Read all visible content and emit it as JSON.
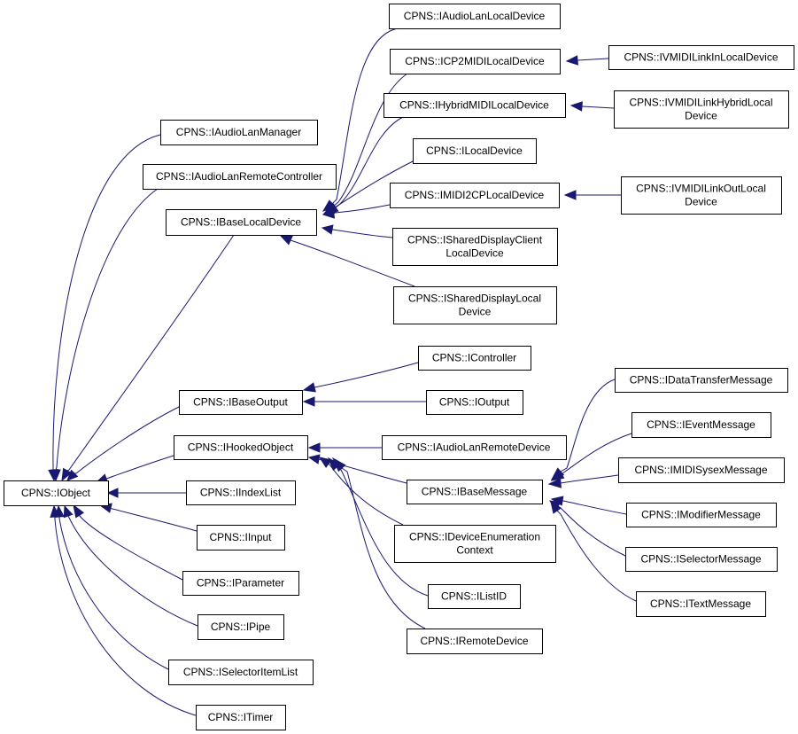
{
  "colors": {
    "edge": "#191970",
    "node_border": "#000000",
    "node_fill": "#ffffff",
    "background": "#ffffff"
  },
  "nodes": {
    "iobject": [
      "CPNS::IObject"
    ],
    "audio_lan_manager": [
      "CPNS::IAudioLanManager"
    ],
    "audio_lan_remote_controller": [
      "CPNS::IAudioLanRemoteController"
    ],
    "base_local_device": [
      "CPNS::IBaseLocalDevice"
    ],
    "base_output": [
      "CPNS::IBaseOutput"
    ],
    "hooked_object": [
      "CPNS::IHookedObject"
    ],
    "index_list": [
      "CPNS::IIndexList"
    ],
    "input": [
      "CPNS::IInput"
    ],
    "parameter": [
      "CPNS::IParameter"
    ],
    "pipe": [
      "CPNS::IPipe"
    ],
    "selector_item_list": [
      "CPNS::ISelectorItemList"
    ],
    "timer": [
      "CPNS::ITimer"
    ],
    "audio_lan_local_device": [
      "CPNS::IAudioLanLocalDevice"
    ],
    "cp2midi_local_device": [
      "CPNS::ICP2MIDILocalDevice"
    ],
    "hybrid_midi_local_device": [
      "CPNS::IHybridMIDILocalDevice"
    ],
    "local_device": [
      "CPNS::ILocalDevice"
    ],
    "midi2cp_local_device": [
      "CPNS::IMIDI2CPLocalDevice"
    ],
    "shared_display_client_local_device": [
      "CPNS::ISharedDisplayClient",
      "LocalDevice"
    ],
    "shared_display_local_device": [
      "CPNS::ISharedDisplayLocal",
      "Device"
    ],
    "vmidi_link_in_local_device": [
      "CPNS::IVMIDILinkInLocalDevice"
    ],
    "vmidi_link_hybrid_local_device": [
      "CPNS::IVMIDILinkHybridLocal",
      "Device"
    ],
    "vmidi_link_out_local_device": [
      "CPNS::IVMIDILinkOutLocal",
      "Device"
    ],
    "controller": [
      "CPNS::IController"
    ],
    "output": [
      "CPNS::IOutput"
    ],
    "audio_lan_remote_device": [
      "CPNS::IAudioLanRemoteDevice"
    ],
    "base_message": [
      "CPNS::IBaseMessage"
    ],
    "device_enumeration_context": [
      "CPNS::IDeviceEnumeration",
      "Context"
    ],
    "list_id": [
      "CPNS::IListID"
    ],
    "remote_device": [
      "CPNS::IRemoteDevice"
    ],
    "data_transfer_message": [
      "CPNS::IDataTransferMessage"
    ],
    "event_message": [
      "CPNS::IEventMessage"
    ],
    "midi_sysex_message": [
      "CPNS::IMIDISysexMessage"
    ],
    "modifier_message": [
      "CPNS::IModifierMessage"
    ],
    "selector_message": [
      "CPNS::ISelectorMessage"
    ],
    "text_message": [
      "CPNS::ITextMessage"
    ]
  },
  "edges": [
    {
      "from": "audio_lan_manager",
      "to": "iobject"
    },
    {
      "from": "audio_lan_remote_controller",
      "to": "iobject"
    },
    {
      "from": "base_local_device",
      "to": "iobject"
    },
    {
      "from": "base_output",
      "to": "iobject"
    },
    {
      "from": "hooked_object",
      "to": "iobject"
    },
    {
      "from": "index_list",
      "to": "iobject"
    },
    {
      "from": "input",
      "to": "iobject"
    },
    {
      "from": "parameter",
      "to": "iobject"
    },
    {
      "from": "pipe",
      "to": "iobject"
    },
    {
      "from": "selector_item_list",
      "to": "iobject"
    },
    {
      "from": "timer",
      "to": "iobject"
    },
    {
      "from": "audio_lan_local_device",
      "to": "base_local_device"
    },
    {
      "from": "cp2midi_local_device",
      "to": "base_local_device"
    },
    {
      "from": "hybrid_midi_local_device",
      "to": "base_local_device"
    },
    {
      "from": "local_device",
      "to": "base_local_device"
    },
    {
      "from": "midi2cp_local_device",
      "to": "base_local_device"
    },
    {
      "from": "shared_display_client_local_device",
      "to": "base_local_device"
    },
    {
      "from": "shared_display_local_device",
      "to": "base_local_device"
    },
    {
      "from": "vmidi_link_in_local_device",
      "to": "cp2midi_local_device"
    },
    {
      "from": "vmidi_link_hybrid_local_device",
      "to": "hybrid_midi_local_device"
    },
    {
      "from": "vmidi_link_out_local_device",
      "to": "midi2cp_local_device"
    },
    {
      "from": "controller",
      "to": "base_output"
    },
    {
      "from": "output",
      "to": "base_output"
    },
    {
      "from": "audio_lan_remote_device",
      "to": "hooked_object"
    },
    {
      "from": "base_message",
      "to": "hooked_object"
    },
    {
      "from": "device_enumeration_context",
      "to": "hooked_object"
    },
    {
      "from": "list_id",
      "to": "hooked_object"
    },
    {
      "from": "remote_device",
      "to": "hooked_object"
    },
    {
      "from": "data_transfer_message",
      "to": "base_message"
    },
    {
      "from": "event_message",
      "to": "base_message"
    },
    {
      "from": "midi_sysex_message",
      "to": "base_message"
    },
    {
      "from": "modifier_message",
      "to": "base_message"
    },
    {
      "from": "selector_message",
      "to": "base_message"
    },
    {
      "from": "text_message",
      "to": "base_message"
    }
  ]
}
